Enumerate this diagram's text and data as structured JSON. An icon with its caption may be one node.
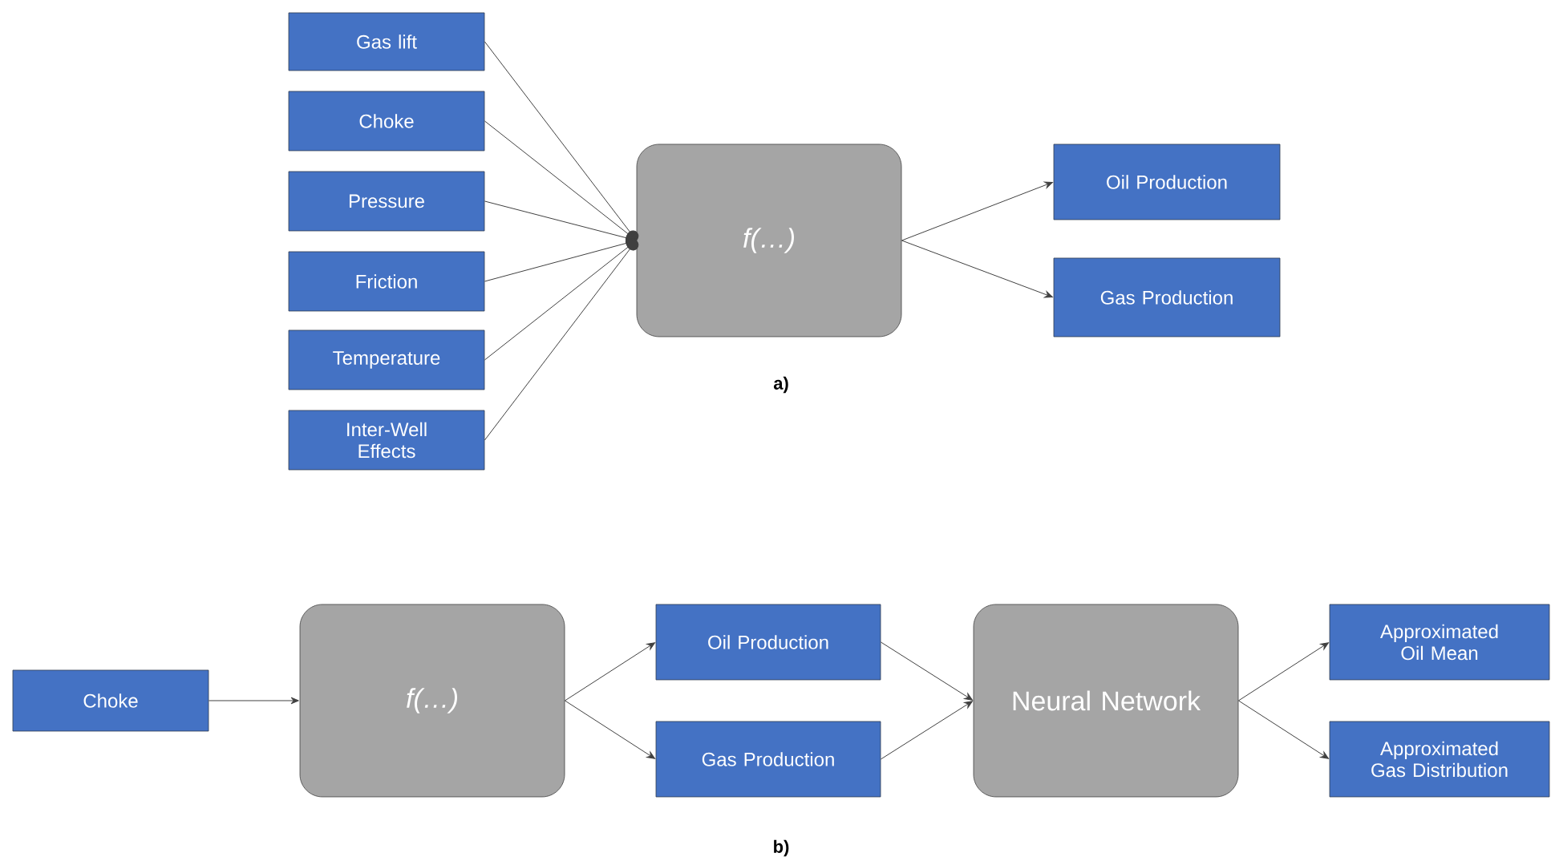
{
  "diagram": {
    "nodes": [
      {
        "text": [
          "Gas lift"
        ]
      },
      {
        "text": [
          "Choke"
        ]
      },
      {
        "text": [
          "Pressure"
        ]
      },
      {
        "text": [
          "Friction"
        ]
      },
      {
        "text": [
          "Temperature"
        ]
      },
      {
        "text": [
          "Inter-Well Effects"
        ]
      },
      {
        "text": [
          "f(…)"
        ]
      },
      {
        "text": [
          "Oil Production"
        ]
      },
      {
        "text": [
          "Gas Production"
        ]
      },
      {
        "text": [
          "Choke"
        ]
      },
      {
        "text": [
          "f(…)"
        ]
      },
      {
        "text": [
          "Oil Production"
        ]
      },
      {
        "text": [
          "Gas Production"
        ]
      },
      {
        "text": [
          "Neural Network"
        ]
      },
      {
        "text": [
          "Approximated Oil Mean"
        ]
      },
      {
        "text": [
          "Approximated Gas Distribution"
        ]
      }
    ],
    "edges": [
      {
        "from": 0,
        "to": 6,
        "arrow": "to"
      },
      {
        "from": 1,
        "to": 6,
        "arrow": "to"
      },
      {
        "from": 2,
        "to": 6,
        "arrow": "to"
      },
      {
        "from": 3,
        "to": 6,
        "arrow": "to"
      },
      {
        "from": 4,
        "to": 6,
        "arrow": "to"
      },
      {
        "from": 5,
        "to": 6,
        "arrow": "to"
      },
      {
        "from": 6,
        "to": 7,
        "arrow": "to"
      },
      {
        "from": 6,
        "to": 8,
        "arrow": "to"
      },
      {
        "from": 9,
        "to": 10,
        "arrow": "to"
      },
      {
        "from": 10,
        "to": 11,
        "arrow": "to"
      },
      {
        "from": 10,
        "to": 12,
        "arrow": "to"
      },
      {
        "from": 11,
        "to": 13,
        "arrow": "to"
      },
      {
        "from": 12,
        "to": 13,
        "arrow": "to"
      },
      {
        "from": 13,
        "to": 14,
        "arrow": "to"
      },
      {
        "from": 13,
        "to": 15,
        "arrow": "to"
      }
    ],
    "labels": [
      "a)",
      "b)"
    ]
  }
}
